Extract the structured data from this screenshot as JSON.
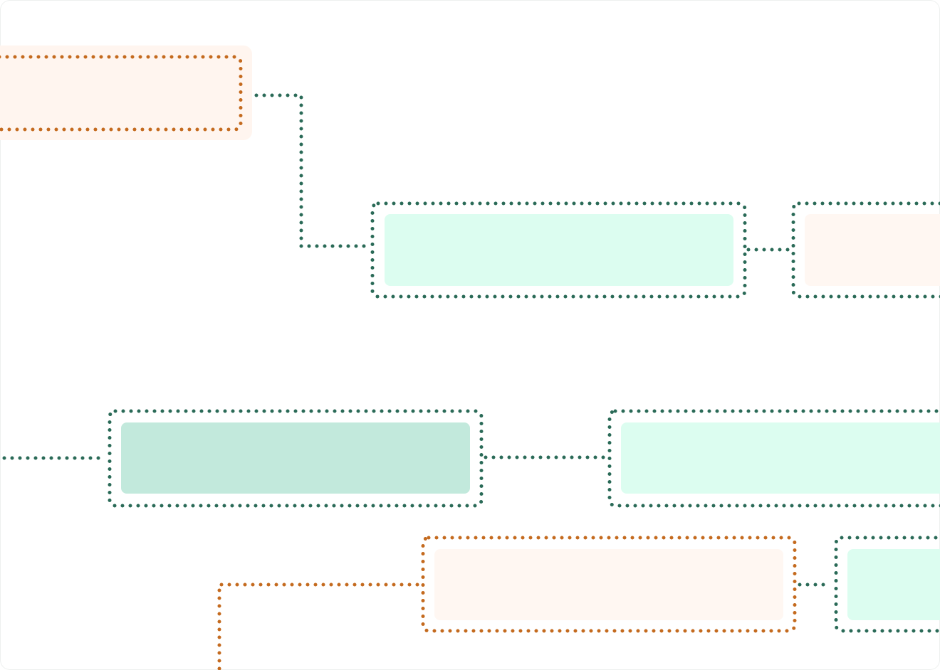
{
  "diagram": {
    "colors": {
      "green_stroke": "#2a6a57",
      "orange_stroke": "#c46a1e",
      "mint_fill": "#dcfdf0",
      "mint_selected_fill": "#c2e9dc",
      "peach_fill": "#fff7f2",
      "peach_halo": "#fff5ef"
    },
    "nodes": [
      {
        "id": "node-a",
        "variant": "orange-halo",
        "label": ""
      },
      {
        "id": "node-b",
        "variant": "green-mint",
        "label": ""
      },
      {
        "id": "node-c",
        "variant": "green-peach",
        "label": ""
      },
      {
        "id": "node-d",
        "variant": "green-selected",
        "label": ""
      },
      {
        "id": "node-e",
        "variant": "green-mint",
        "label": ""
      },
      {
        "id": "node-f",
        "variant": "orange-peach",
        "label": ""
      },
      {
        "id": "node-g",
        "variant": "green-mint",
        "label": ""
      }
    ]
  }
}
